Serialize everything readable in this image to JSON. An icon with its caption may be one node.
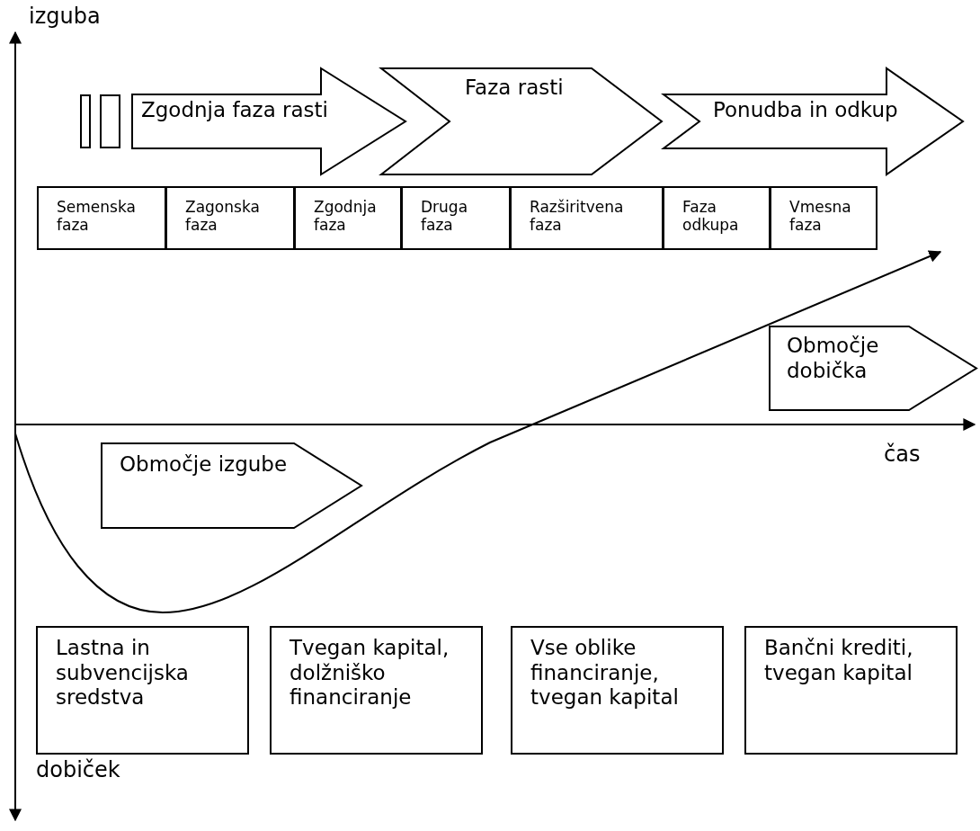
{
  "diagram": {
    "nodes": [
      {
        "text": [],
        "shape": "box"
      },
      {
        "text": [],
        "shape": "box"
      },
      {
        "text": [
          "Zgodnja faza rasti"
        ]
      },
      {
        "text": [
          "Faza rasti"
        ]
      },
      {
        "text": [
          "Ponudba in odkup"
        ]
      },
      {
        "text": [
          "Semenska faza"
        ]
      },
      {
        "text": [
          "Zagonska faza"
        ]
      },
      {
        "text": [
          "Zgodnja faza"
        ]
      },
      {
        "text": [
          "Druga faza"
        ]
      },
      {
        "text": [
          "Razširitvena faza"
        ]
      },
      {
        "text": [
          "Faza odkupa"
        ]
      },
      {
        "text": [
          "Vmesna faza"
        ]
      },
      {
        "text": [
          "Območje izgube"
        ]
      },
      {
        "text": [
          "Območje dobička"
        ]
      },
      {
        "text": [
          "Lastna in subvencijska sredstva"
        ]
      },
      {
        "text": [
          "Tvegan kapital, dolžniško financiranje"
        ]
      },
      {
        "text": [
          "Vse oblike financiranje, tvegan kapital"
        ]
      },
      {
        "text": [
          "Bančni krediti, tvegan kapital"
        ]
      }
    ],
    "labels": [
      "izguba",
      "čas",
      "dobiček"
    ]
  }
}
